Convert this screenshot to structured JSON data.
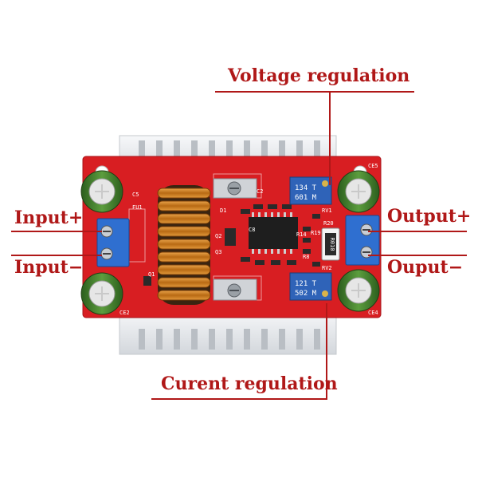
{
  "labels": {
    "voltage_regulation": "Voltage regulation",
    "current_regulation": "Curent regulation",
    "input_plus": "Input+",
    "input_minus": "Input−",
    "output_plus": "Output+",
    "output_minus": "Ouput−"
  },
  "board": {
    "pot_voltage_text": "134 T",
    "pot_voltage_code": "601 M",
    "pot_current_text": "121 T",
    "pot_current_code": "502 M",
    "resistor_code": "R010",
    "silk": {
      "rv1": "RV1",
      "rv2": "RV2",
      "r20": "R20",
      "r19": "R19",
      "r14": "R14",
      "r8": "R8",
      "d1": "D1",
      "c2": "C2",
      "q1": "Q1",
      "q2": "Q2",
      "q3": "Q3",
      "fu1": "FU1",
      "c5": "C5",
      "c8": "C8",
      "ce4": "CE4",
      "ce2": "CE2",
      "ce5": "CE5"
    }
  },
  "colors": {
    "label_red": "#b01818",
    "pcb_red": "#d81e22",
    "heatsink": "#e9ecef",
    "pot_blue": "#2f63b8",
    "terminal_blue": "#2f6fd0",
    "capacitor_green": "#3e7e2c",
    "coil_copper": "#c77a1e"
  }
}
